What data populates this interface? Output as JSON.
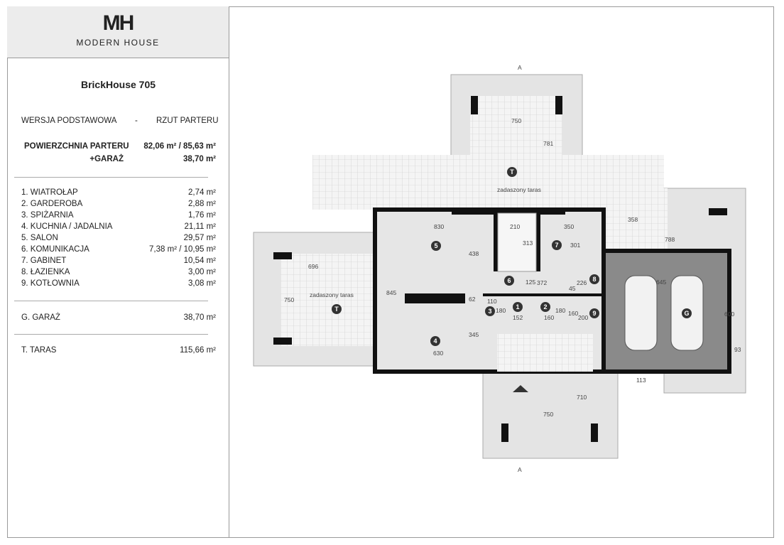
{
  "brand": {
    "mark": "MH",
    "name": "MODERN HOUSE"
  },
  "project": {
    "title": "BrickHouse 705",
    "version": "WERSJA  PODSTAWOWA",
    "sep": "-",
    "view": "RZUT PARTERU"
  },
  "area": {
    "label": "POWIERZCHNIA PARTERU",
    "value": "82,06 m² / 85,63 m²",
    "garage_label": "+GARAŻ",
    "garage_value": "38,70 m²"
  },
  "rooms": [
    {
      "name": "1.  WIATROŁAP",
      "area": "2,74 m²"
    },
    {
      "name": "2.  GARDEROBA",
      "area": "2,88 m²"
    },
    {
      "name": "3.  SPIŻARNIA",
      "area": "1,76 m²"
    },
    {
      "name": "4.  KUCHNIA / JADALNIA",
      "area": "21,11 m²"
    },
    {
      "name": "5.  SALON",
      "area": "29,57 m²"
    },
    {
      "name": "6.  KOMUNIKACJA",
      "area": "7,38 m²  / 10,95 m²"
    },
    {
      "name": "7.  GABINET",
      "area": "10,54 m²"
    },
    {
      "name": "8.  ŁAZIENKA",
      "area": "3,00 m²"
    },
    {
      "name": "9.  KOTŁOWNIA",
      "area": "3,08 m²"
    }
  ],
  "garage": {
    "name": "G.  GARAŻ",
    "area": "38,70 m²"
  },
  "terrace": {
    "name": "T.  TARAS",
    "area": "115,66 m²"
  },
  "plan": {
    "section_mark": "A",
    "terrace_label": "zadaszony taras",
    "markers": [
      "1",
      "2",
      "3",
      "4",
      "5",
      "6",
      "7",
      "8",
      "9",
      "T",
      "T",
      "G"
    ],
    "dims": [
      "750",
      "781",
      "358",
      "788",
      "696",
      "750",
      "830",
      "438",
      "845",
      "62",
      "345",
      "630",
      "210",
      "313",
      "350",
      "301",
      "372",
      "125",
      "45",
      "226",
      "110",
      "180",
      "152",
      "180",
      "160",
      "160",
      "200",
      "645",
      "600",
      "93",
      "113",
      "710",
      "750"
    ]
  }
}
